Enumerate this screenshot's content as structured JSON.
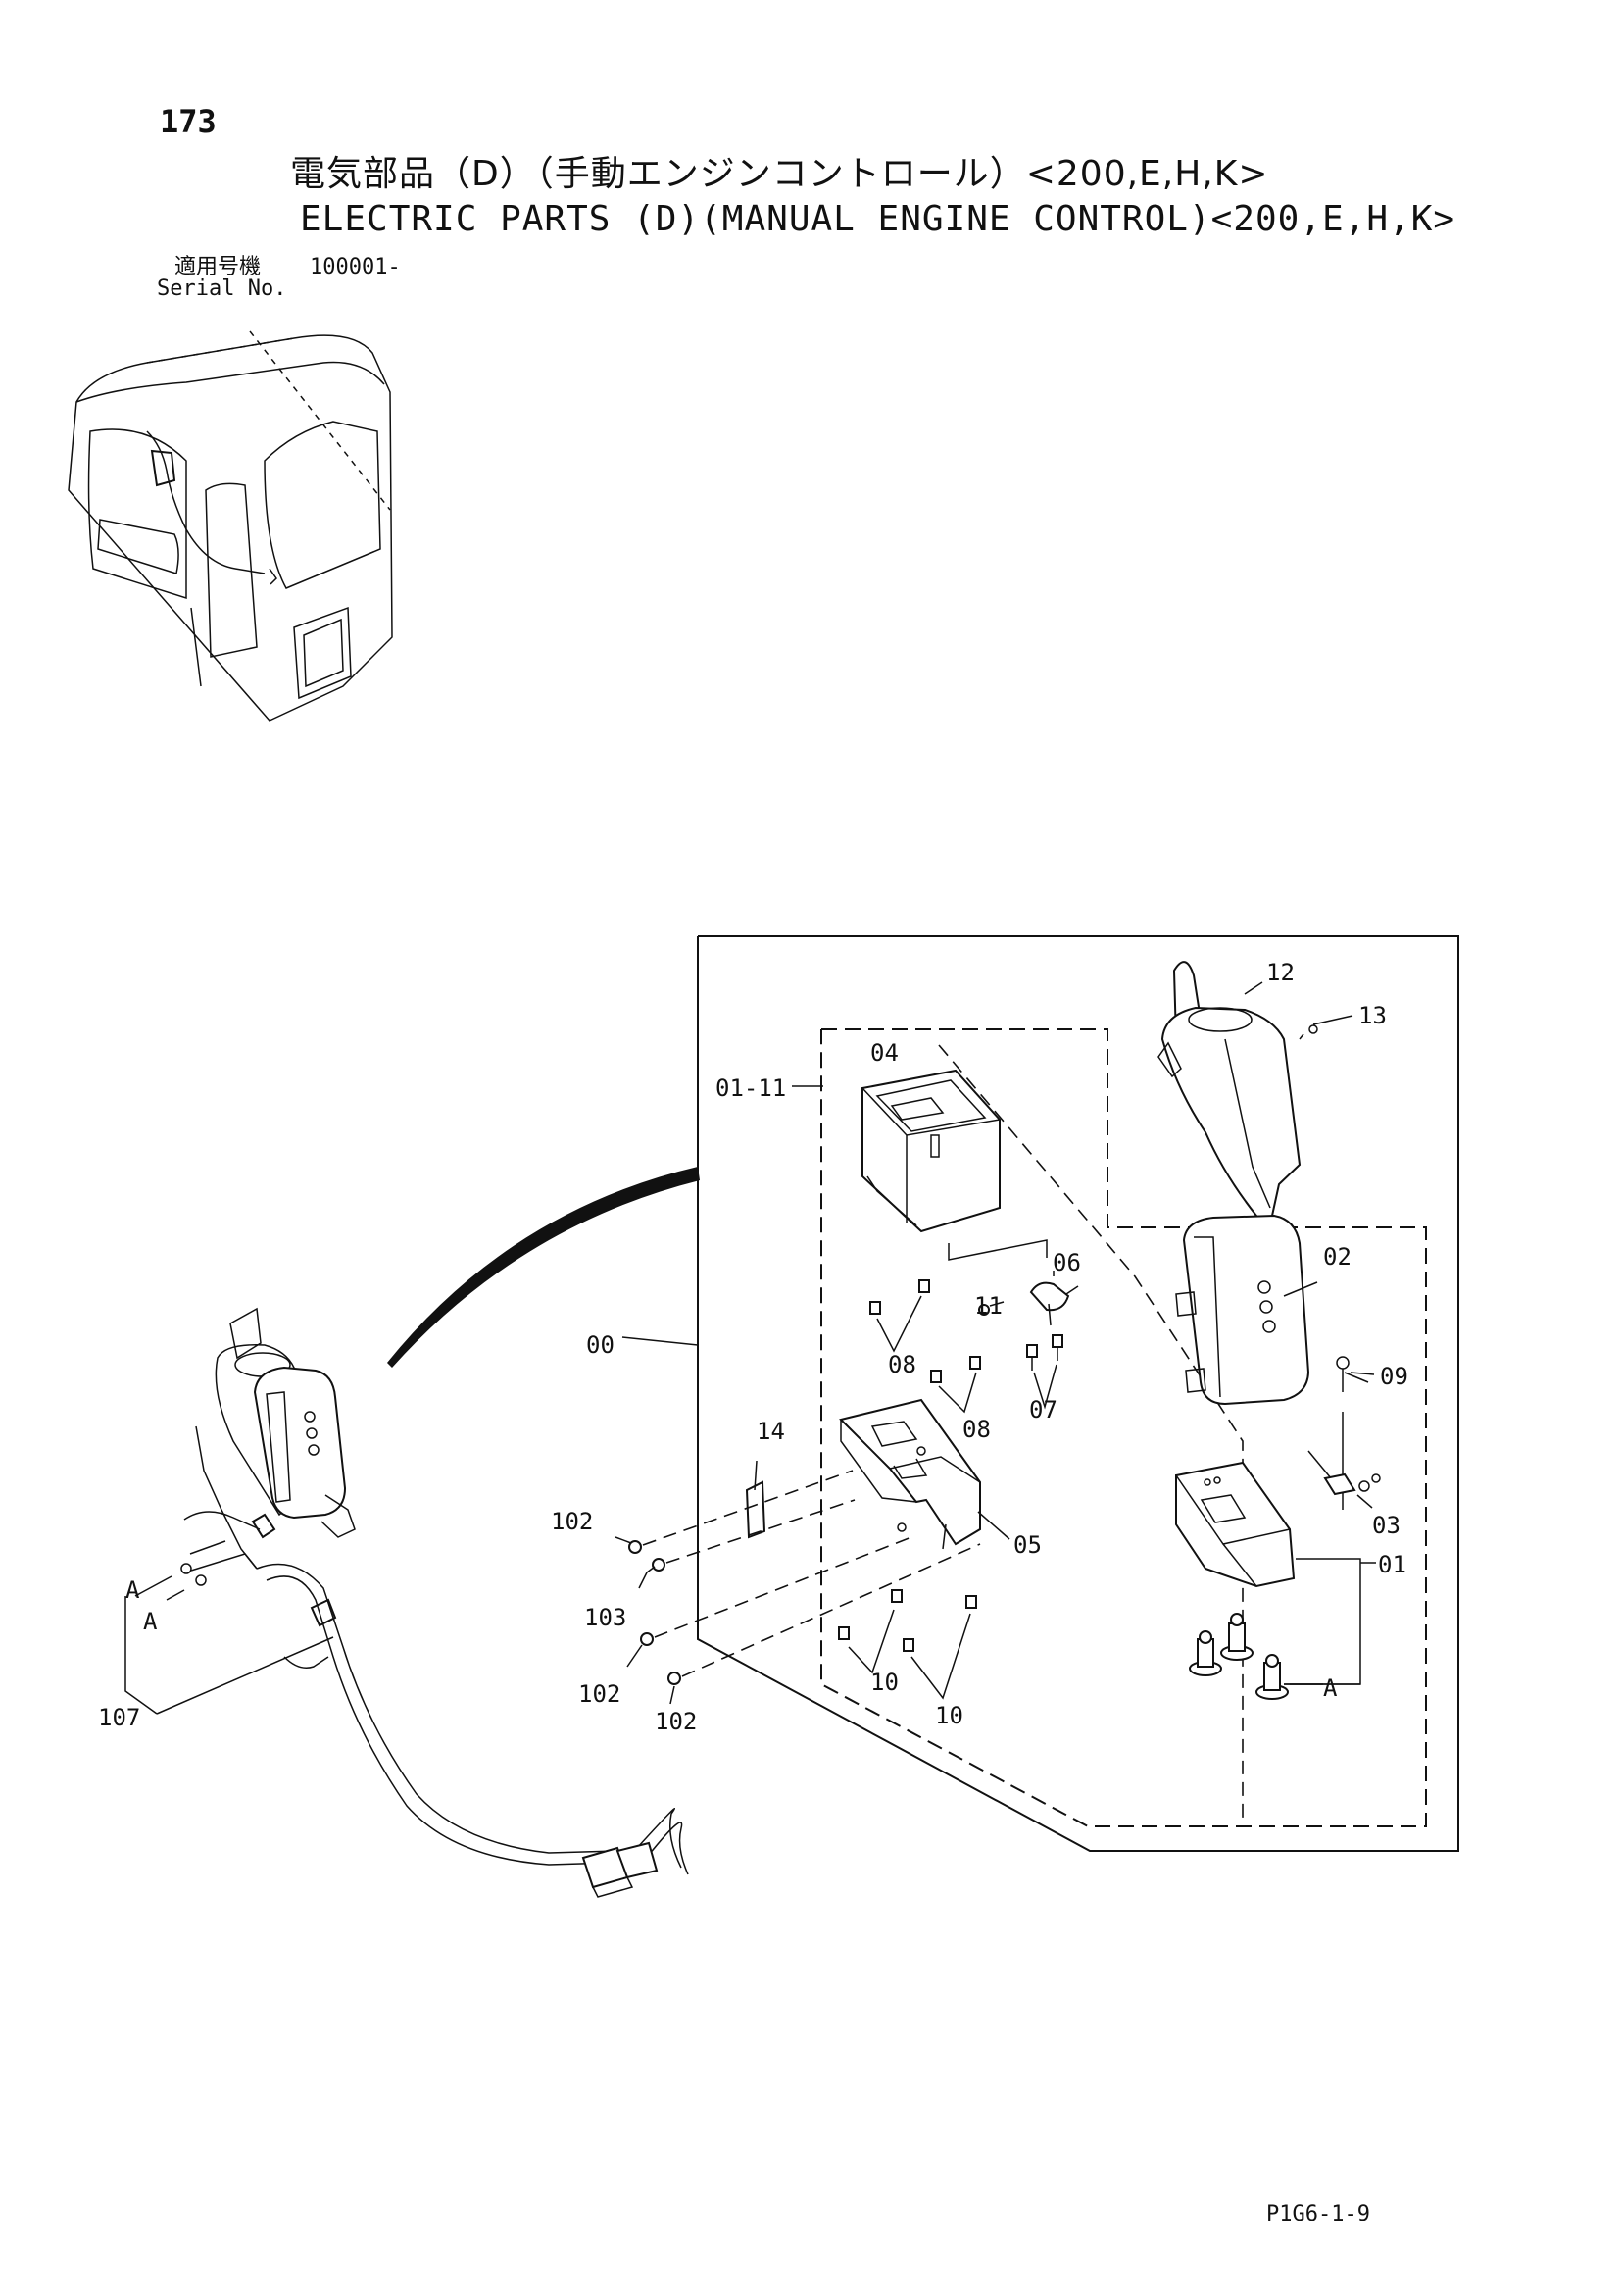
{
  "header": {
    "page_number": "173",
    "title_jp": "電気部品（D）（手動エンジンコントロール）<200,E,H,K>",
    "title_en": "ELECTRIC PARTS (D)(MANUAL ENGINE CONTROL)<200,E,H,K>",
    "serial_label_jp": "適用号機",
    "serial_value": "100001-",
    "serial_label_en": "Serial No."
  },
  "labels": {
    "p00": "00",
    "p01_11": "01-11",
    "p01": "01",
    "p02": "02",
    "p03": "03",
    "p04": "04",
    "p05": "05",
    "p06": "06",
    "p07": "07",
    "p08a": "08",
    "p08b": "08",
    "p09": "09",
    "p10a": "10",
    "p10b": "10",
    "p11": "11",
    "p12": "12",
    "p13": "13",
    "p14": "14",
    "p102a": "102",
    "p102b": "102",
    "p102c": "102",
    "p103": "103",
    "p107": "107",
    "refA1": "A",
    "refA2": "A",
    "refA3": "A"
  },
  "footer": {
    "doc_code": "P1G6-1-9"
  }
}
